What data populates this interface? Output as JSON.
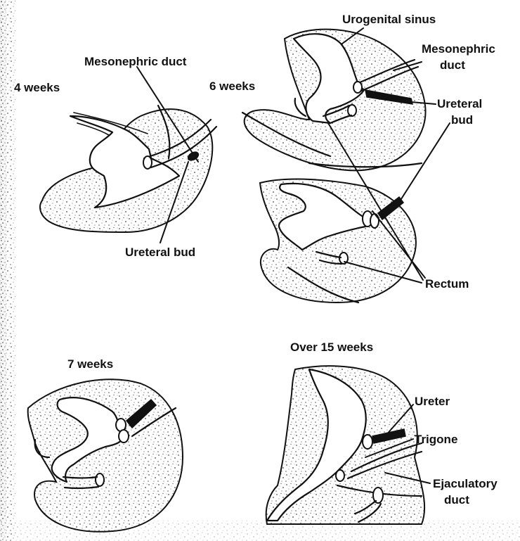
{
  "panels": {
    "week4": {
      "title": "4 weeks"
    },
    "week6": {
      "title": "6 weeks"
    },
    "week7": {
      "title": "7 weeks"
    },
    "week15": {
      "title": "Over 15 weeks"
    }
  },
  "labels": {
    "mesonephric_duct_4": "Mesonephric duct",
    "ureteral_bud_4": "Ureteral bud",
    "urogenital_sinus": "Urogenital sinus",
    "mesonephric_duct_6_line1": "Mesonephric",
    "mesonephric_duct_6_line2": "duct",
    "ureteral_bud_6_line1": "Ureteral",
    "ureteral_bud_6_line2": "bud",
    "rectum": "Rectum",
    "ureter": "Ureter",
    "trigone": "Trigone",
    "ejaculatory_duct_line1": "Ejaculatory",
    "ejaculatory_duct_line2": "duct"
  }
}
